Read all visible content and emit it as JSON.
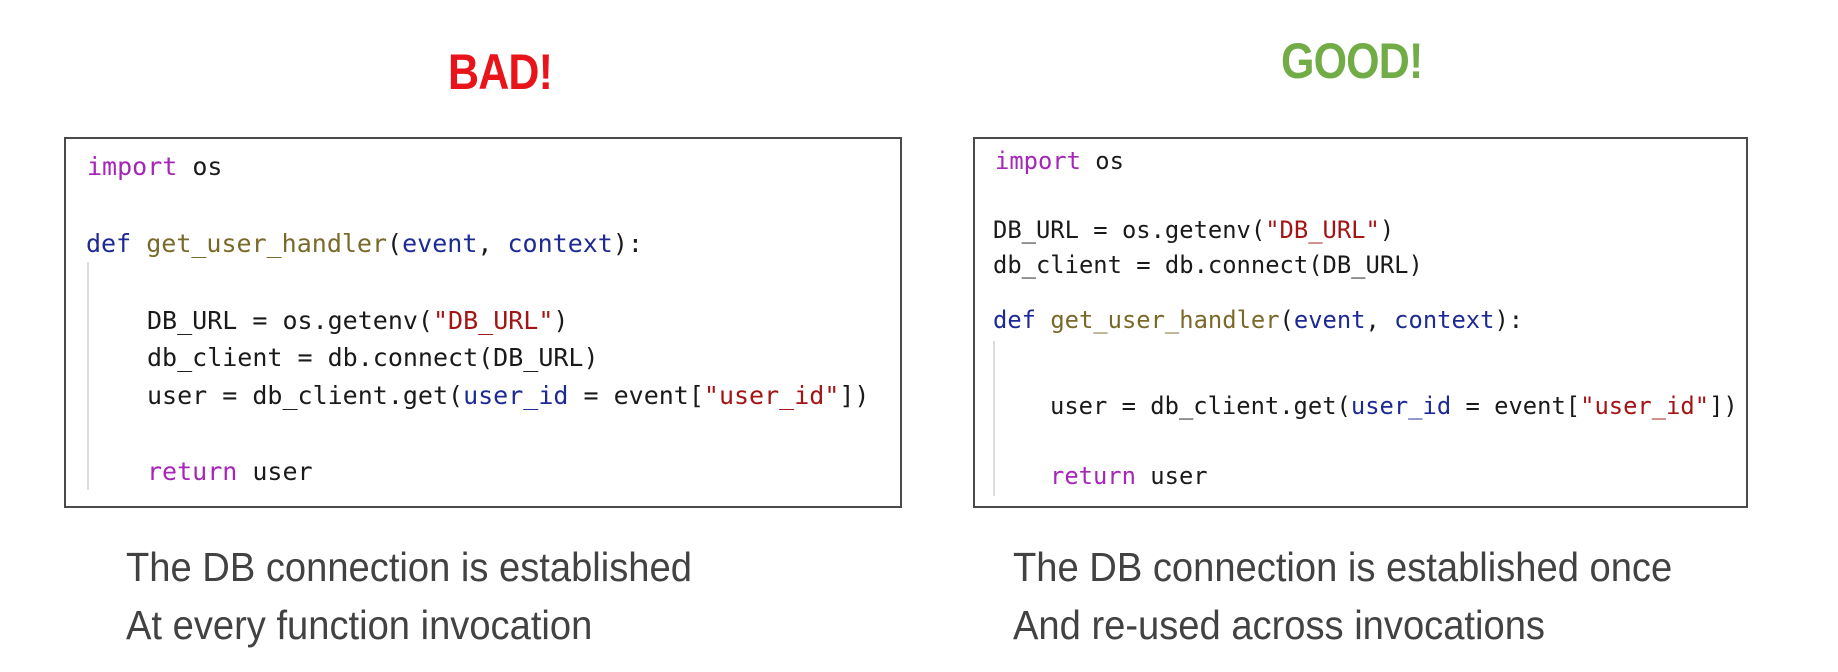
{
  "bad": {
    "heading": "BAD!",
    "heading_color": "#E8141A",
    "code": {
      "line_import_kw": "import",
      "line_import_rest": " os",
      "def_kw": "def",
      "def_name": "get_user_handler",
      "def_open": "(",
      "def_param1": "event",
      "def_sep": ", ",
      "def_param2": "context",
      "def_close": "):",
      "dburl_pre": "DB_URL = os.getenv(",
      "dburl_str": "\"DB_URL\"",
      "dburl_post": ")",
      "client_line": "db_client = db.connect(DB_URL)",
      "user_pre": "user = db_client.get(",
      "user_kwarg": "user_id",
      "user_mid": " = event[",
      "user_str": "\"user_id\"",
      "user_post": "])",
      "return_kw": "return",
      "return_rest": " user"
    },
    "caption_line1": "The DB connection is established",
    "caption_line2": "At every function invocation"
  },
  "good": {
    "heading": "GOOD!",
    "heading_color": "#72AC47",
    "code": {
      "line_import_kw": "import",
      "line_import_rest": " os",
      "dburl_pre": "DB_URL = os.getenv(",
      "dburl_str": "\"DB_URL\"",
      "dburl_post": ")",
      "client_line": "db_client = db.connect(DB_URL)",
      "def_kw": "def",
      "def_name": "get_user_handler",
      "def_open": "(",
      "def_param1": "event",
      "def_sep": ", ",
      "def_param2": "context",
      "def_close": "):",
      "user_pre": "user = db_client.get(",
      "user_kwarg": "user_id",
      "user_mid": " = event[",
      "user_str": "\"user_id\"",
      "user_post": "])",
      "return_kw": "return",
      "return_rest": " user"
    },
    "caption_line1": "The DB connection is established once",
    "caption_line2": "And re-used across invocations"
  }
}
